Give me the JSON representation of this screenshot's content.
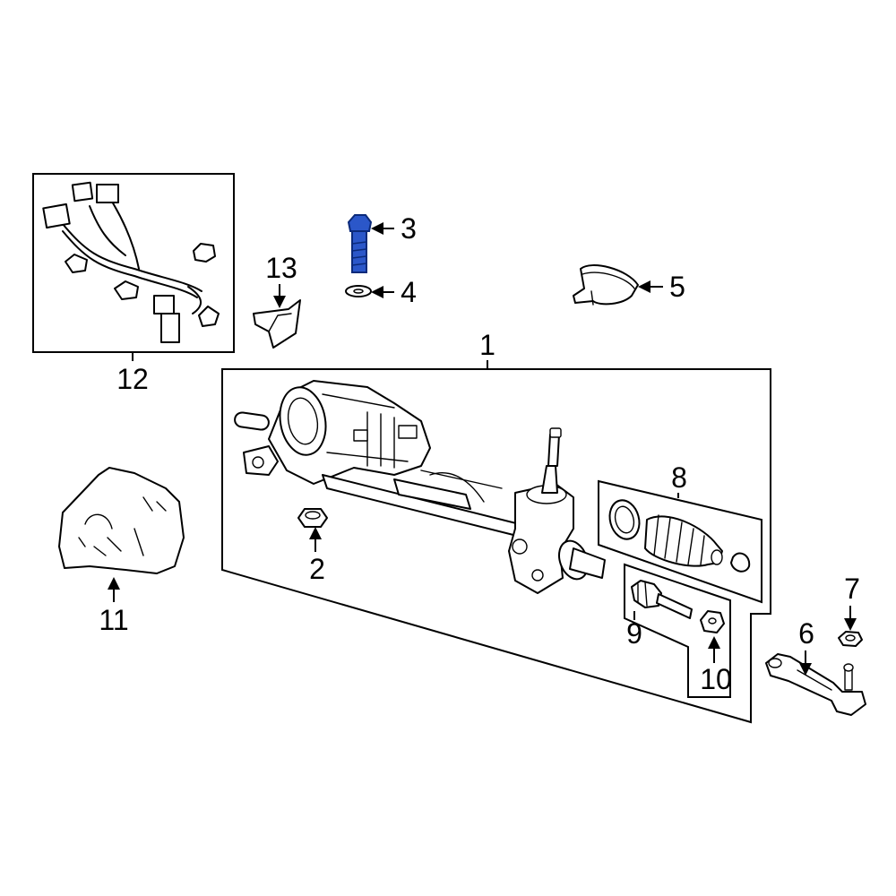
{
  "diagram": {
    "callouts": {
      "c1": "1",
      "c2": "2",
      "c3": "3",
      "c4": "4",
      "c5": "5",
      "c6": "6",
      "c7": "7",
      "c8": "8",
      "c9": "9",
      "c10": "10",
      "c11": "11",
      "c12": "12",
      "c13": "13"
    },
    "colors": {
      "line": "#000000",
      "background": "#ffffff",
      "highlight_fill": "#2b57c9",
      "highlight_stroke": "#0b2a7a"
    },
    "highlighted_part": "3"
  }
}
